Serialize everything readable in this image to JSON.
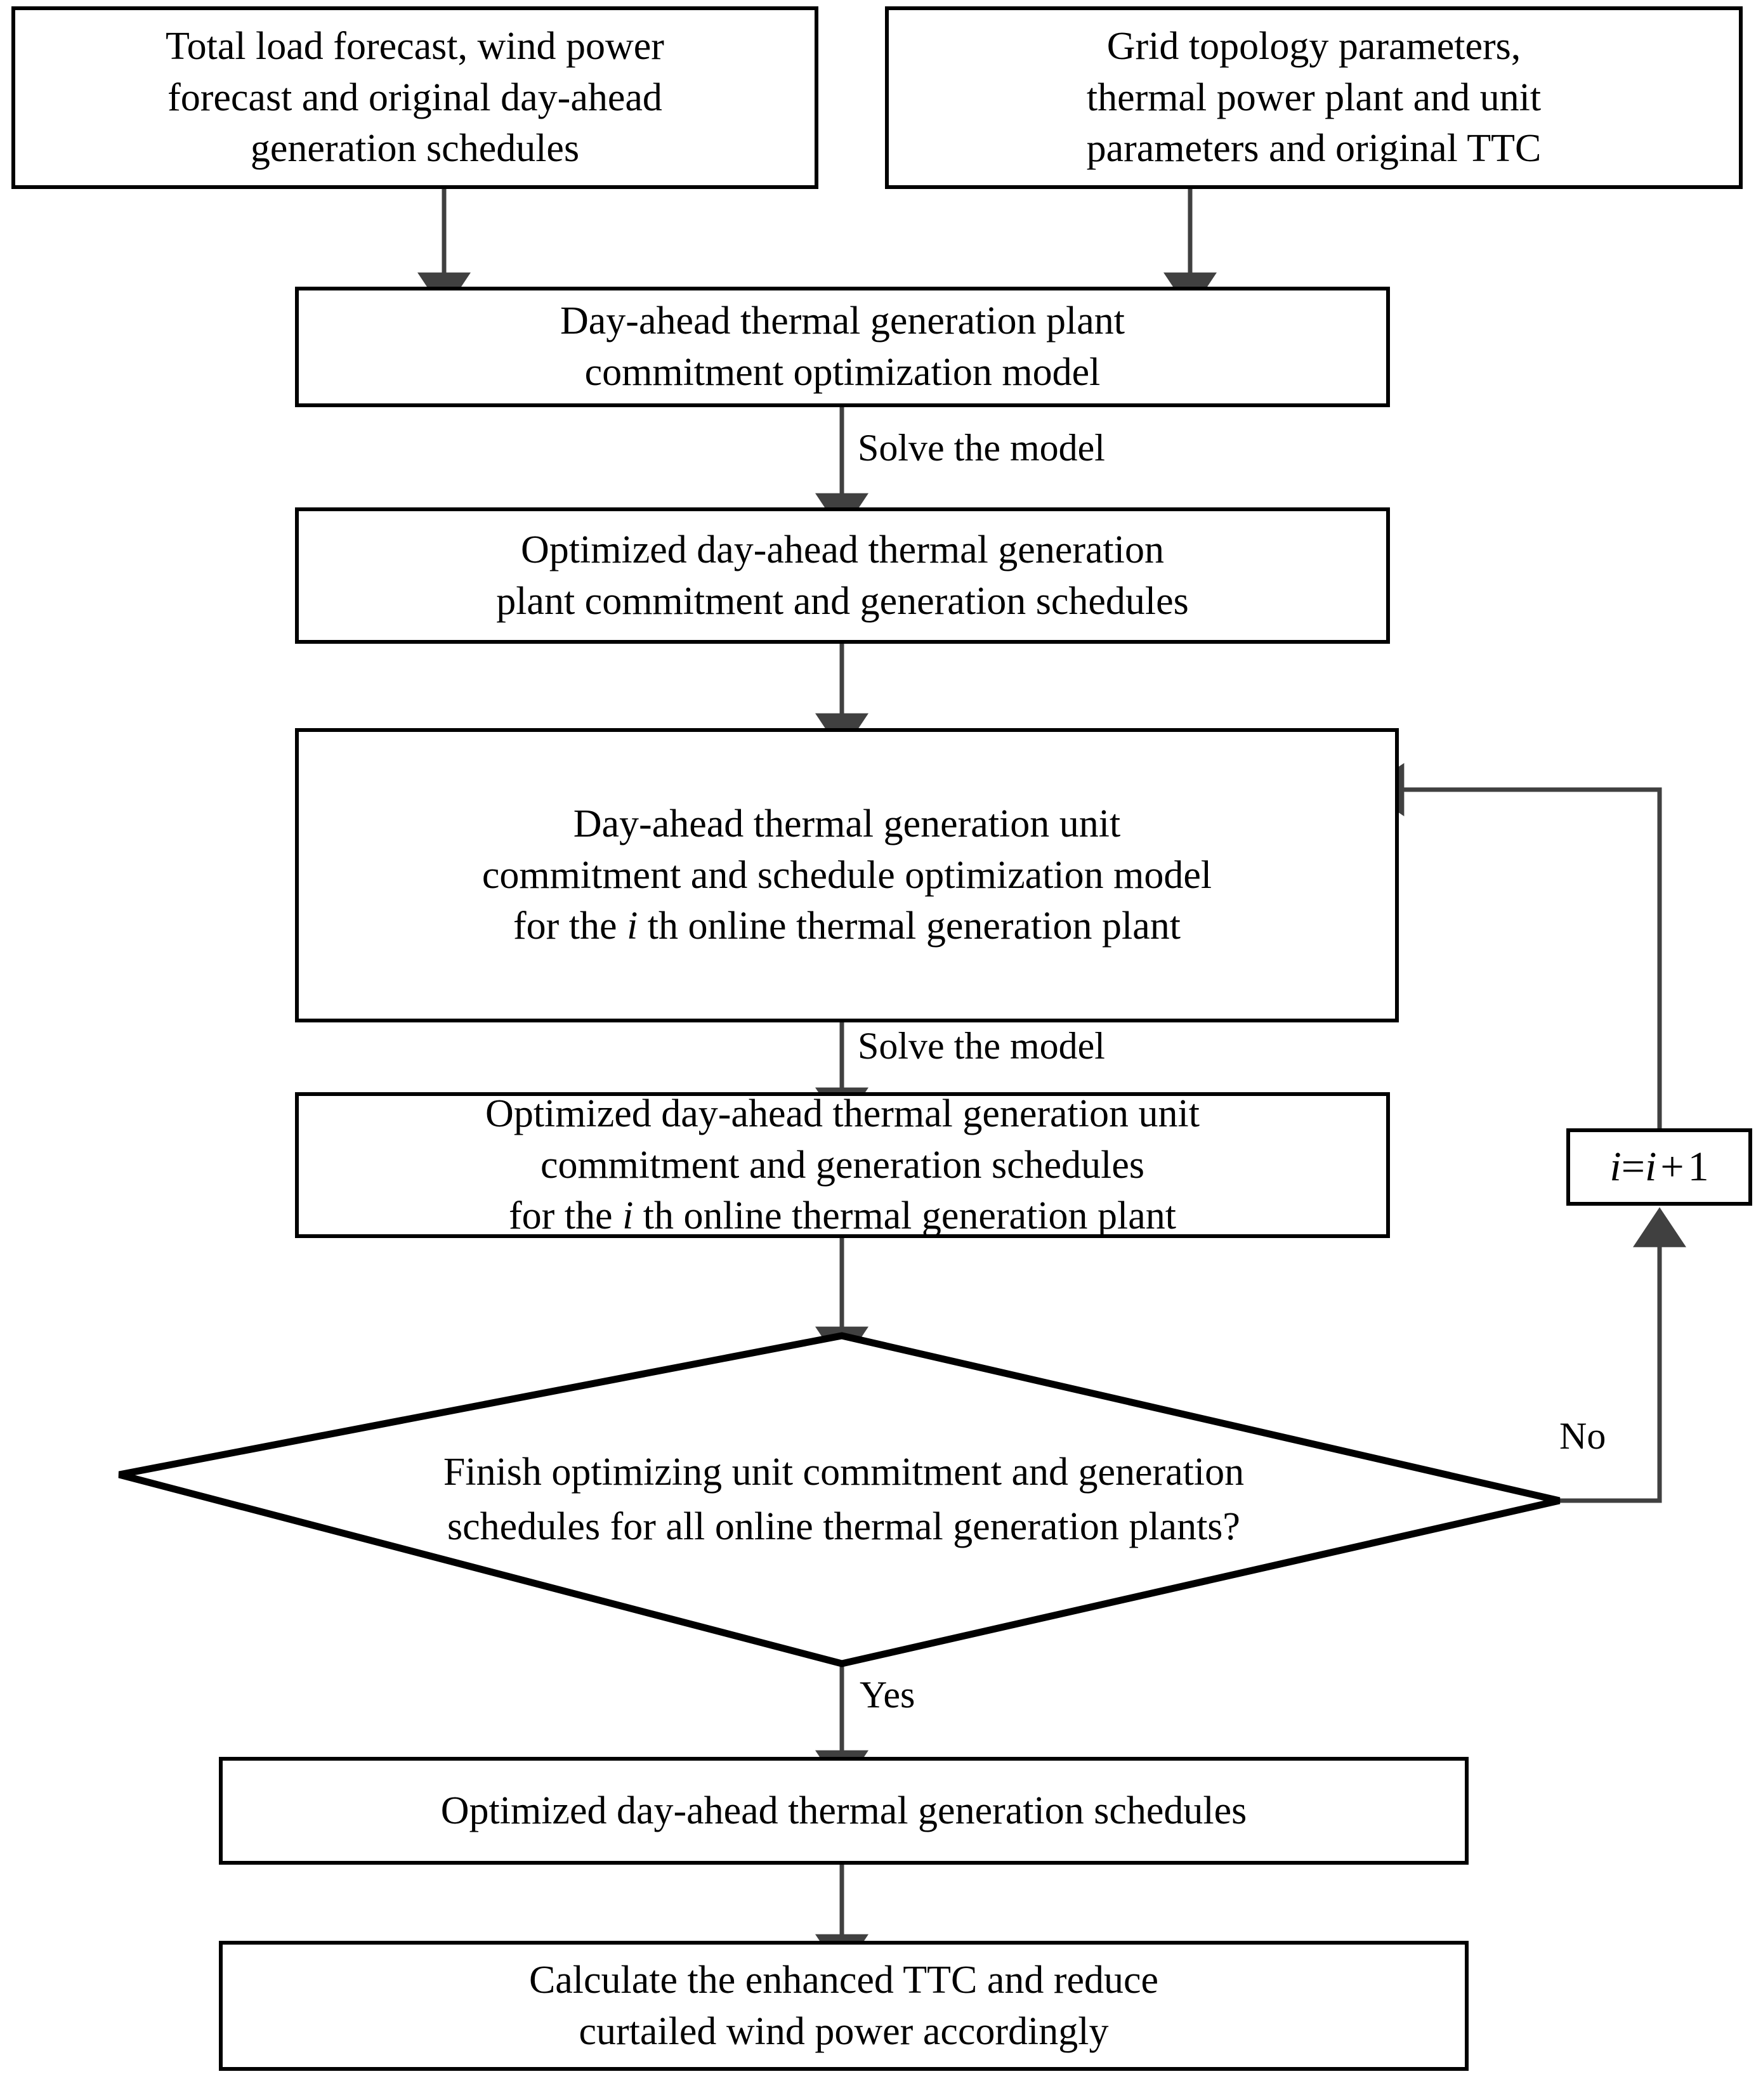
{
  "diagram": {
    "title": "Day-ahead thermal generation optimization flowchart",
    "colors": {
      "stroke": "#000000",
      "arrow": "#404040",
      "background": "#ffffff"
    },
    "nodes": {
      "input_left": {
        "shape": "rectangle",
        "lines": [
          "Total load forecast, wind power",
          "forecast and original day-ahead",
          "generation schedules"
        ]
      },
      "input_right": {
        "shape": "rectangle",
        "lines": [
          "Grid topology parameters,",
          "thermal power plant and unit",
          "parameters and original TTC"
        ]
      },
      "plant_model": {
        "shape": "rectangle",
        "lines": [
          "Day-ahead thermal generation plant",
          "commitment optimization model"
        ]
      },
      "plant_result": {
        "shape": "rectangle",
        "lines": [
          "Optimized day-ahead thermal generation",
          "plant commitment and generation schedules"
        ]
      },
      "unit_model": {
        "shape": "rectangle",
        "lines": [
          "Day-ahead thermal generation unit",
          "commitment and schedule optimization model"
        ],
        "line3_prefix": "for the ",
        "line3_var": "i",
        "line3_suffix": " th online thermal generation plant"
      },
      "unit_result": {
        "shape": "rectangle",
        "lines": [
          "Optimized day-ahead thermal generation unit",
          "commitment and generation schedules"
        ],
        "line3_prefix": "for the ",
        "line3_var": "i",
        "line3_suffix": " th online thermal generation plant"
      },
      "decision": {
        "shape": "diamond",
        "lines": [
          "Finish optimizing unit",
          "commitment and generation schedules",
          "for all online thermal generation",
          "plants?"
        ]
      },
      "increment": {
        "shape": "rectangle",
        "var_left": "i",
        "equals": "=",
        "var_right": "i",
        "plus": "+",
        "one": "1",
        "text": "i=i +1"
      },
      "final_schedules": {
        "shape": "rectangle",
        "lines": [
          "Optimized day-ahead thermal generation schedules"
        ]
      },
      "ttc_calc": {
        "shape": "rectangle",
        "lines": [
          "Calculate the enhanced TTC and reduce",
          "curtailed wind power accordingly"
        ]
      }
    },
    "edge_labels": {
      "solve_model_1": "Solve the model",
      "solve_model_2": "Solve the model",
      "no": "No",
      "yes": "Yes"
    }
  }
}
